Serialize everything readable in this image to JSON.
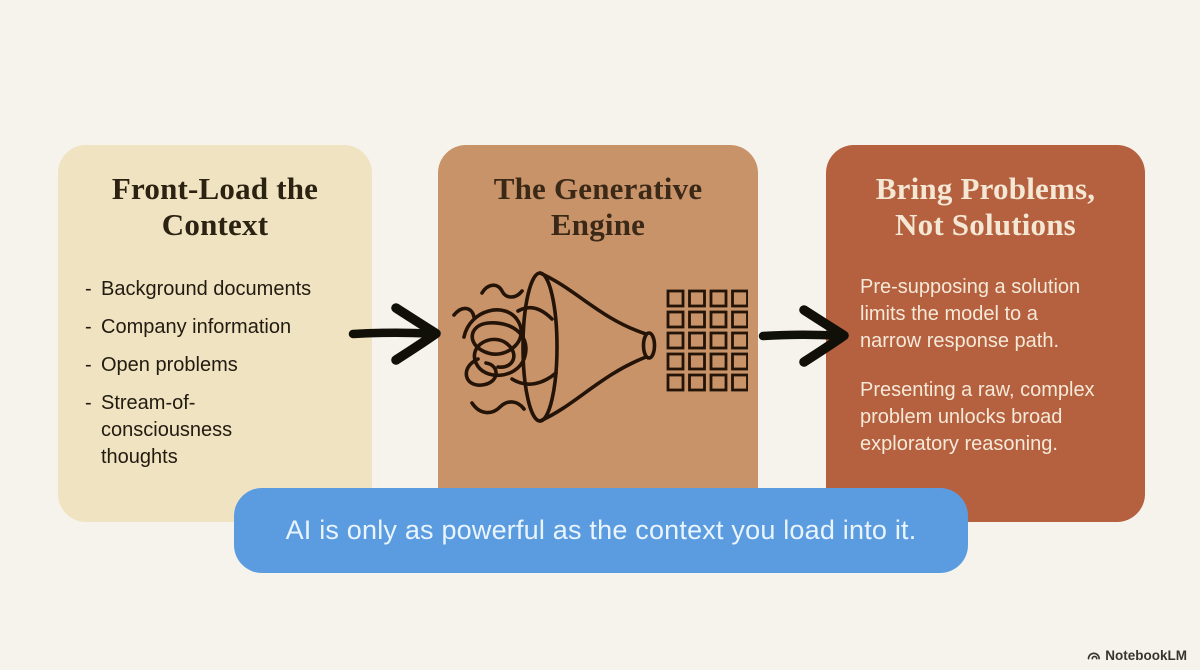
{
  "cards": {
    "context": {
      "title_line1": "Front-Load the",
      "title_line2": "Context",
      "bullet_prefix": "-",
      "bullets": [
        "Background documents",
        "Company information",
        "Open problems",
        "Stream-of-consciousness thoughts"
      ]
    },
    "engine": {
      "title_line1": "The Generative",
      "title_line2": "Engine",
      "illustration": "tangled-scribble-through-funnel-to-ordered-grid"
    },
    "problems": {
      "title_line1": "Bring Problems,",
      "title_line2": "Not Solutions",
      "para1": "Pre-supposing a solution limits the model to a narrow response path.",
      "para2": "Presenting a raw, complex problem unlocks broad exploratory reasoning."
    }
  },
  "banner": {
    "text": "AI is only as powerful as the context you load into it."
  },
  "footer": {
    "brand": "NotebookLM"
  },
  "colors": {
    "background": "#f6f3ec",
    "card_context": "#f0e3c2",
    "card_engine": "#c9936a",
    "card_problems": "#b5603f",
    "banner": "#5b9ce0",
    "ink": "#241307",
    "cream_text": "#f5e9d8"
  }
}
